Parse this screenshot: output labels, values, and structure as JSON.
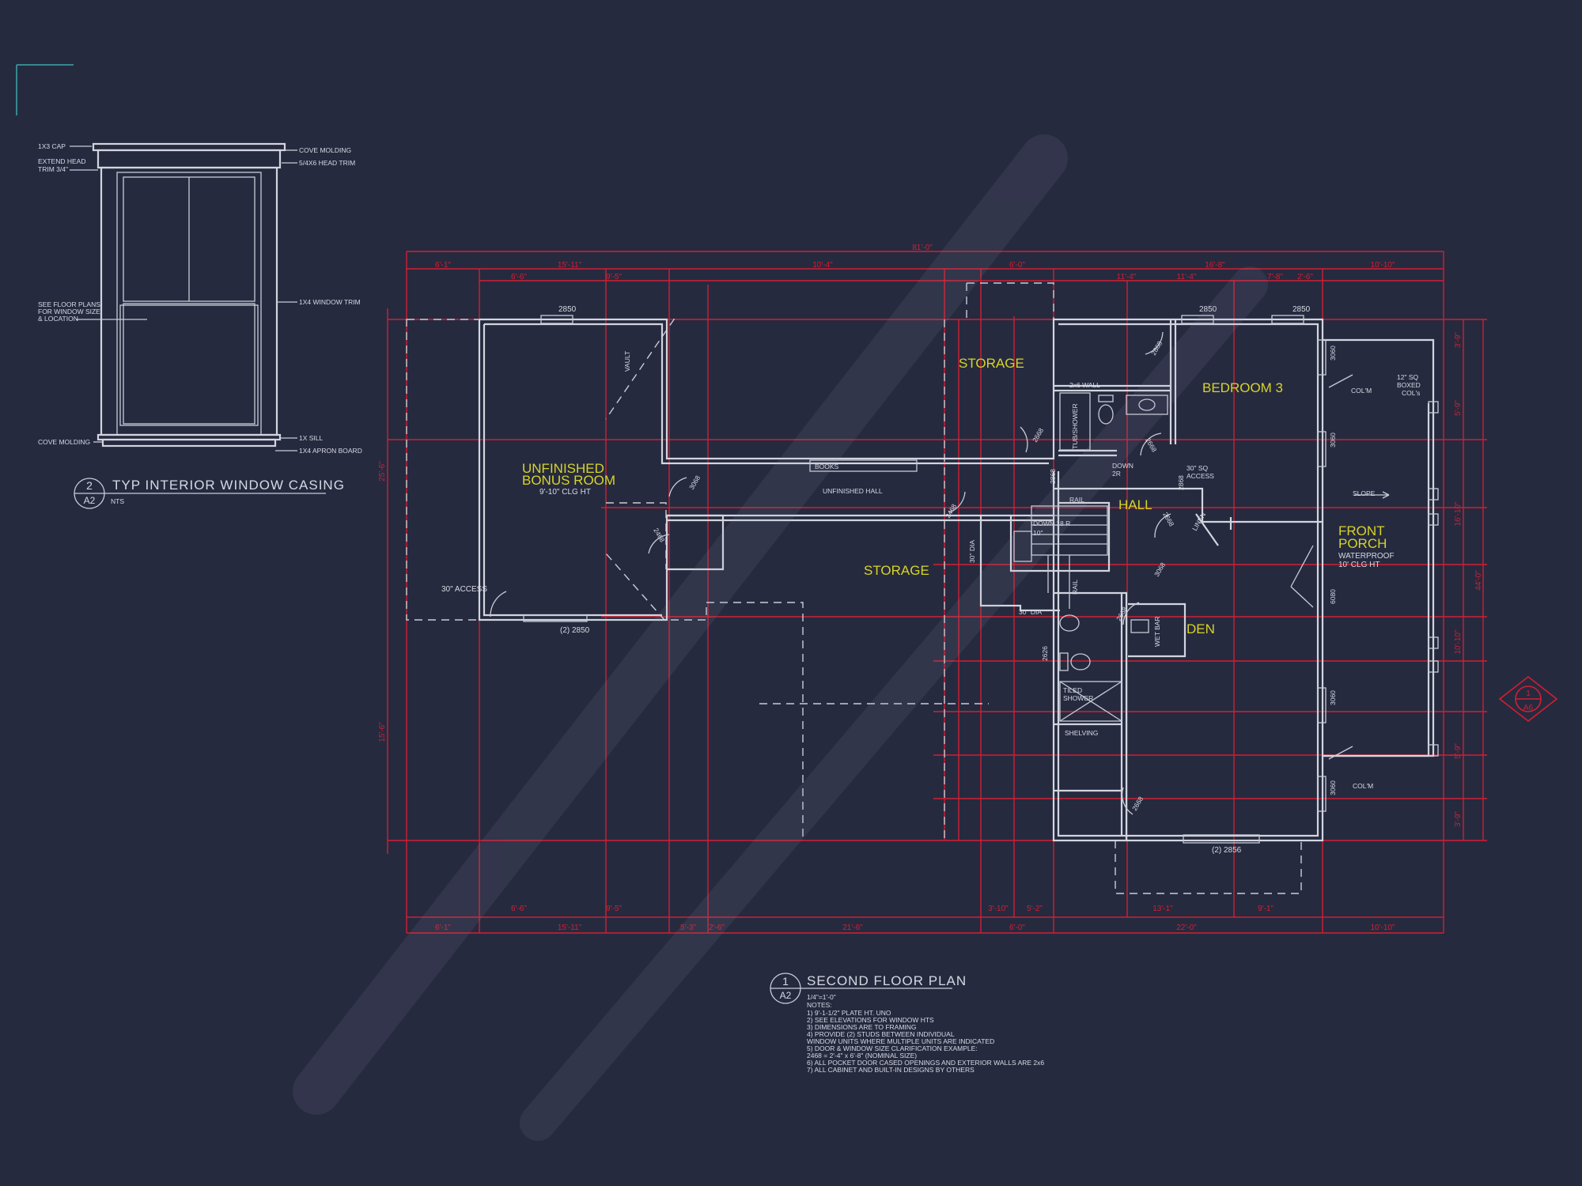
{
  "colors": {
    "background": "#262a3f",
    "lines": "#d2d5de",
    "dimensions": "#d01f33",
    "room_labels": "#d7d428"
  },
  "detail": {
    "number": "2",
    "sheet": "A2",
    "title": "TYP INTERIOR WINDOW CASING",
    "scale": "NTS",
    "callouts": {
      "cap": "1X3 CAP",
      "extend_head_1": "EXTEND HEAD",
      "extend_head_2": "TRIM 3/4\"",
      "see_floor_1": "SEE FLOOR PLANS",
      "see_floor_2": "FOR WINDOW SIZE",
      "see_floor_3": "& LOCATION",
      "cove_left": "COVE MOLDING",
      "cove_right": "COVE MOLDING",
      "head_trim": "5/4X6 HEAD TRIM",
      "window_trim": "1X4 WINDOW TRIM",
      "sill": "1X SILL",
      "apron": "1X4 APRON BOARD"
    }
  },
  "plan": {
    "number": "1",
    "sheet": "A2",
    "title": "SECOND FLOOR PLAN",
    "scale": "1/4\"=1'-0\"",
    "notes_header": "NOTES:",
    "notes": [
      "1) 9'-1-1/2\" PLATE HT. UNO",
      "2) SEE ELEVATIONS FOR WINDOW HTS",
      "3) DIMENSIONS ARE TO FRAMING",
      "4) PROVIDE (2) STUDS BETWEEN INDIVIDUAL",
      "    WINDOW UNITS WHERE MULTIPLE UNITS ARE INDICATED",
      "5) DOOR & WINDOW SIZE CLARIFICATION EXAMPLE:",
      "    2468 = 2'-4\" x 6'-8\" (NOMINAL SIZE)",
      "6) ALL POCKET DOOR CASED OPENINGS AND EXTERIOR WALLS ARE 2x6",
      "7) ALL CABINET AND BUILT-IN DESIGNS BY OTHERS"
    ],
    "rooms": {
      "storage_top": "STORAGE",
      "storage_mid": "STORAGE",
      "bonus_1": "UNFINISHED",
      "bonus_2": "BONUS ROOM",
      "bonus_clg": "9'-10\" CLG HT",
      "bedroom": "BEDROOM 3",
      "hall": "HALL",
      "den": "DEN",
      "porch_1": "FRONT",
      "porch_2": "PORCH",
      "porch_3": "WATERPROOF",
      "porch_4": "10' CLG HT"
    },
    "labels": {
      "vault": "VAULT",
      "books": "BOOKS",
      "unfinished_hall": "UNFINISHED HALL",
      "access_30": "30\" ACCESS",
      "w2850_bonus": "2850",
      "w2850x2_bonus": "(2) 2850",
      "w2850_bed_a": "2850",
      "w2850_bed_b": "2850",
      "w2856x2_den": "(2) 2856",
      "wall_2x6": "2x6 WALL",
      "tub_shower": "TUB/SHOWER",
      "down_2r": "DOWN",
      "down_2r_b": "2R",
      "access_sq_1": "30\" SQ",
      "access_sq_2": "ACCESS",
      "rail_a": "RAIL",
      "rail_b": "RAIL",
      "down_18r": "DOWN 18 R",
      "down_18r_b": "10\"",
      "dia_a": "30\" DIA",
      "dia_b": "30\" DIA",
      "linen": "LINEN",
      "wet_bar": "WET BAR",
      "tiled_1": "TILED",
      "tiled_2": "SHOWER",
      "shelving": "SHELVING",
      "slope": "SLOPE",
      "col_a_1": "COL'M",
      "col_b_1": "COL'M",
      "boxed_1": "12\" SQ",
      "boxed_2": "BOXED",
      "boxed_3": "COL's",
      "d3068a": "3068",
      "d2468a": "2468",
      "d2668a": "2668",
      "d2668b": "2668",
      "d2668c": "2668",
      "d2468b": "2468",
      "d2668d": "2668",
      "d2868a": "2868",
      "d2868b": "2868",
      "d3068b": "3068",
      "d2626": "2626",
      "d2668e": "2668",
      "w3060a": "3060",
      "w3060b": "3060",
      "w6080": "6080",
      "w3060c": "3060",
      "w3060d": "3060",
      "sec_1": "1",
      "sec_2": "A6"
    },
    "dims_top_outer": [
      "6'-1\"",
      "15'-11\"",
      "10'-4\"",
      "6'-0\"",
      "11'-4\"",
      "16'-8\"",
      "10'-10\""
    ],
    "dims_top_inner": [
      "6'-6\"",
      "9'-5\"",
      "11'-4\"",
      "7'-8\"",
      "2'-6\""
    ],
    "dims_bottom_inner": [
      "6'-6\"",
      "9'-5\"",
      "3'-10\"",
      "5'-2\"",
      "13'-1\"",
      "9'-1\""
    ],
    "dims_bottom_outer": [
      "6'-1\"",
      "15'-11\"",
      "5'-3\"",
      "2'-6\"",
      "21'-6\"",
      "6'-0\"",
      "22'-0\"",
      "10'-10\""
    ],
    "dims_left": [
      "25'-6\"",
      "15'-6\""
    ],
    "dims_right": [
      "3'-9\"",
      "5'-9\"",
      "16'-10\"",
      "10'-10\"",
      "5'-9\"",
      "3'-9\"",
      "44'-0\""
    ],
    "dims_overall_top": "81'-0\""
  }
}
